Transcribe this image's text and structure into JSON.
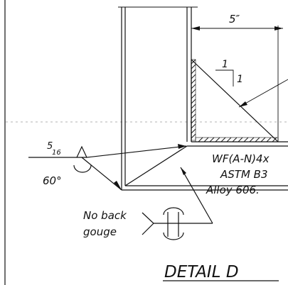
{
  "detail": {
    "title": "DETAIL D",
    "dimension_top": "5″",
    "slope_rise": "1",
    "slope_run": "1",
    "weld_size": "5",
    "weld_size_den": "16",
    "groove_angle": "60°",
    "note_line1": "No back",
    "note_line2": "gouge",
    "material_line1": "WF(A-N)4x",
    "material_line2": "ASTM B3",
    "material_line3": "Alloy 606."
  }
}
